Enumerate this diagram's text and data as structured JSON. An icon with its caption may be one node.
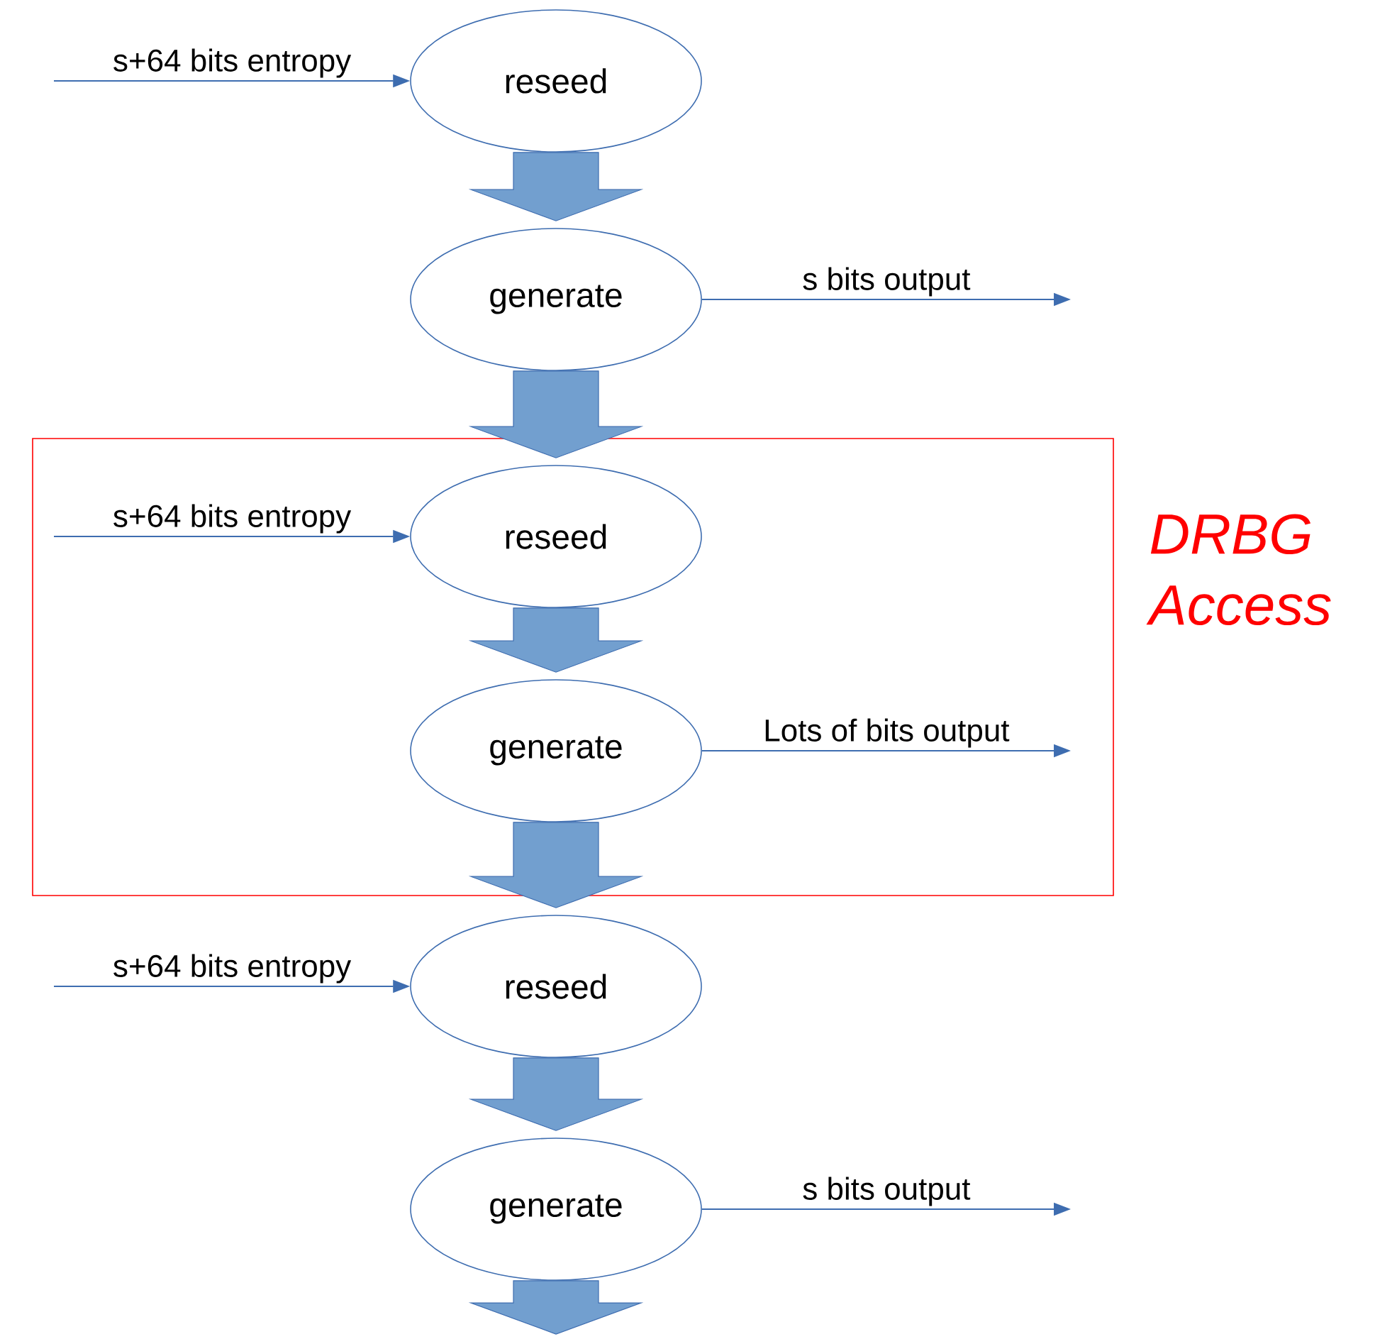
{
  "diagram": {
    "nodes": [
      {
        "text": [
          "reseed"
        ]
      },
      {
        "text": [
          "generate"
        ]
      },
      {
        "text": [],
        "shape": "box",
        "beside": [
          "DRBG Access"
        ]
      },
      {
        "text": [
          "reseed"
        ],
        "in": 2
      },
      {
        "text": [
          "generate"
        ],
        "in": 2
      },
      {
        "text": [
          "reseed"
        ]
      },
      {
        "text": [
          "generate"
        ]
      }
    ],
    "edges": [
      {
        "from": null,
        "to": 0,
        "arrow": "to",
        "label": "s+64 bits entropy"
      },
      {
        "from": 0,
        "to": 1,
        "arrow": "to",
        "style": "thick",
        "color": "#729fcf"
      },
      {
        "from": 1,
        "to": null,
        "arrow": "to",
        "label": "s bits output"
      },
      {
        "from": 1,
        "to": 3,
        "arrow": "to",
        "style": "thick",
        "color": "#729fcf"
      },
      {
        "from": null,
        "to": 3,
        "arrow": "to",
        "label": "s+64 bits entropy"
      },
      {
        "from": 3,
        "to": 4,
        "arrow": "to",
        "style": "thick",
        "color": "#729fcf"
      },
      {
        "from": 4,
        "to": null,
        "arrow": "to",
        "label": "Lots of bits output"
      },
      {
        "from": 4,
        "to": 5,
        "arrow": "to",
        "style": "thick",
        "color": "#729fcf"
      },
      {
        "from": null,
        "to": 5,
        "arrow": "to",
        "label": "s+64 bits entropy"
      },
      {
        "from": 5,
        "to": 6,
        "arrow": "to",
        "style": "thick",
        "color": "#729fcf"
      },
      {
        "from": 6,
        "to": null,
        "arrow": "to",
        "label": "s bits output"
      },
      {
        "from": 6,
        "to": null,
        "arrow": "to",
        "style": "thick",
        "color": "#729fcf"
      }
    ]
  }
}
